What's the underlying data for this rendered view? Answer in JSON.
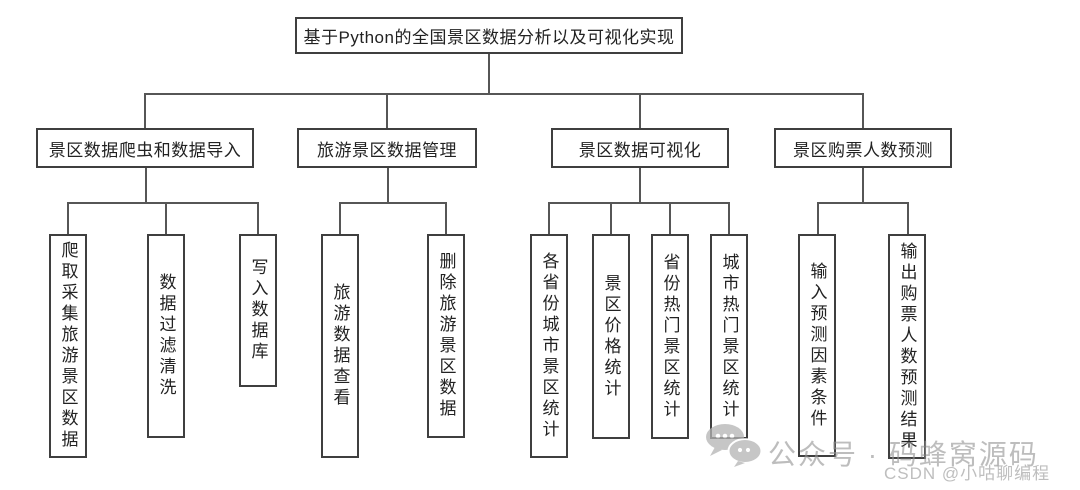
{
  "colors": {
    "box_border": "#3f3f3f",
    "connector_line": "#565656",
    "text": "#222222",
    "watermark_gray": "#949494"
  },
  "diagram": {
    "root_label": "基于Python的全国景区数据分析以及可视化实现",
    "branches": [
      {
        "label": "景区数据爬虫和数据导入",
        "leaves": [
          "爬取采集旅游景区数据",
          "数据过滤清洗",
          "写入数据库"
        ]
      },
      {
        "label": "旅游景区数据管理",
        "leaves": [
          "旅游数据查看",
          "删除旅游景区数据"
        ]
      },
      {
        "label": "景区数据可视化",
        "leaves": [
          "各省份城市景区统计",
          "景区价格统计",
          "省份热门景区统计",
          "城市热门景区统计"
        ]
      },
      {
        "label": "景区购票人数预测",
        "leaves": [
          "输入预测因素条件",
          "输出购票人数预测结果"
        ]
      }
    ]
  },
  "watermark": {
    "wechat_icon": "wechat-bubbles-icon",
    "wechat_label": "公众号 · 码蜂窝源码",
    "csdn_label": "CSDN @小咕聊编程"
  }
}
